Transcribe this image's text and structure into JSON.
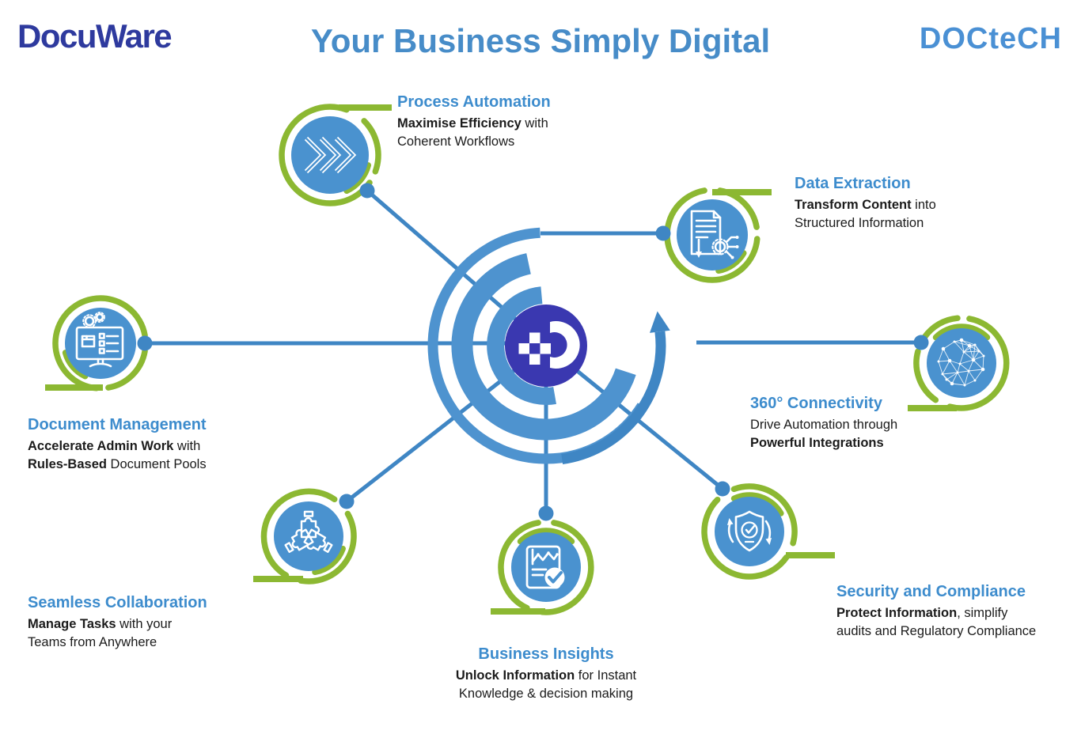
{
  "header": {
    "docuware_logo": "DocuWare",
    "title": "Your Business Simply Digital",
    "doctech_logo": "DOCteCH"
  },
  "colors": {
    "brand_indigo": "#2e3a9e",
    "hub_logo_indigo": "#3a38b0",
    "accent_blue": "#4e93cf",
    "line_blue": "#3f86c4",
    "title_blue": "#478cc8",
    "node_title_blue": "#3d8ccd",
    "accent_green": "#8cb832",
    "text_dark": "#1b1b1b"
  },
  "nodes": [
    {
      "id": "process-automation",
      "icon": "triple-chevron-icon",
      "title": "Process Automation",
      "line1_bold": "Maximise Efficiency",
      "line1_rest": " with",
      "line2_bold": "",
      "line2_rest": "Coherent Workflows"
    },
    {
      "id": "data-extraction",
      "icon": "document-gear-icon",
      "title": "Data Extraction",
      "line1_bold": "Transform Content",
      "line1_rest": " into",
      "line2_bold": "",
      "line2_rest": "Structured Information"
    },
    {
      "id": "document-management",
      "icon": "monitor-checklist-icon",
      "title": "Document Management",
      "line1_bold": "Accelerate Admin Work",
      "line1_rest": " with",
      "line2_bold": "Rules-Based",
      "line2_rest": " Document Pools"
    },
    {
      "id": "connectivity-360",
      "icon": "network-globe-icon",
      "title": "360° Connectivity",
      "line1_bold": "",
      "line1_rest": "Drive Automation through",
      "line2_bold": "Powerful Integrations",
      "line2_rest": ""
    },
    {
      "id": "seamless-collaboration",
      "icon": "puzzle-hands-icon",
      "title": "Seamless Collaboration",
      "line1_bold": "Manage Tasks",
      "line1_rest": " with your",
      "line2_bold": "",
      "line2_rest": "Teams from Anywhere"
    },
    {
      "id": "business-insights",
      "icon": "report-check-icon",
      "title": "Business Insights",
      "line1_bold": "Unlock Information",
      "line1_rest": " for Instant",
      "line2_bold": "",
      "line2_rest": "Knowledge & decision making"
    },
    {
      "id": "security-compliance",
      "icon": "shield-sync-icon",
      "title": "Security and Compliance",
      "line1_bold": "Protect Information",
      "line1_rest": ", simplify",
      "line2_bold": "",
      "line2_rest": "audits and Regulatory Compliance"
    }
  ]
}
